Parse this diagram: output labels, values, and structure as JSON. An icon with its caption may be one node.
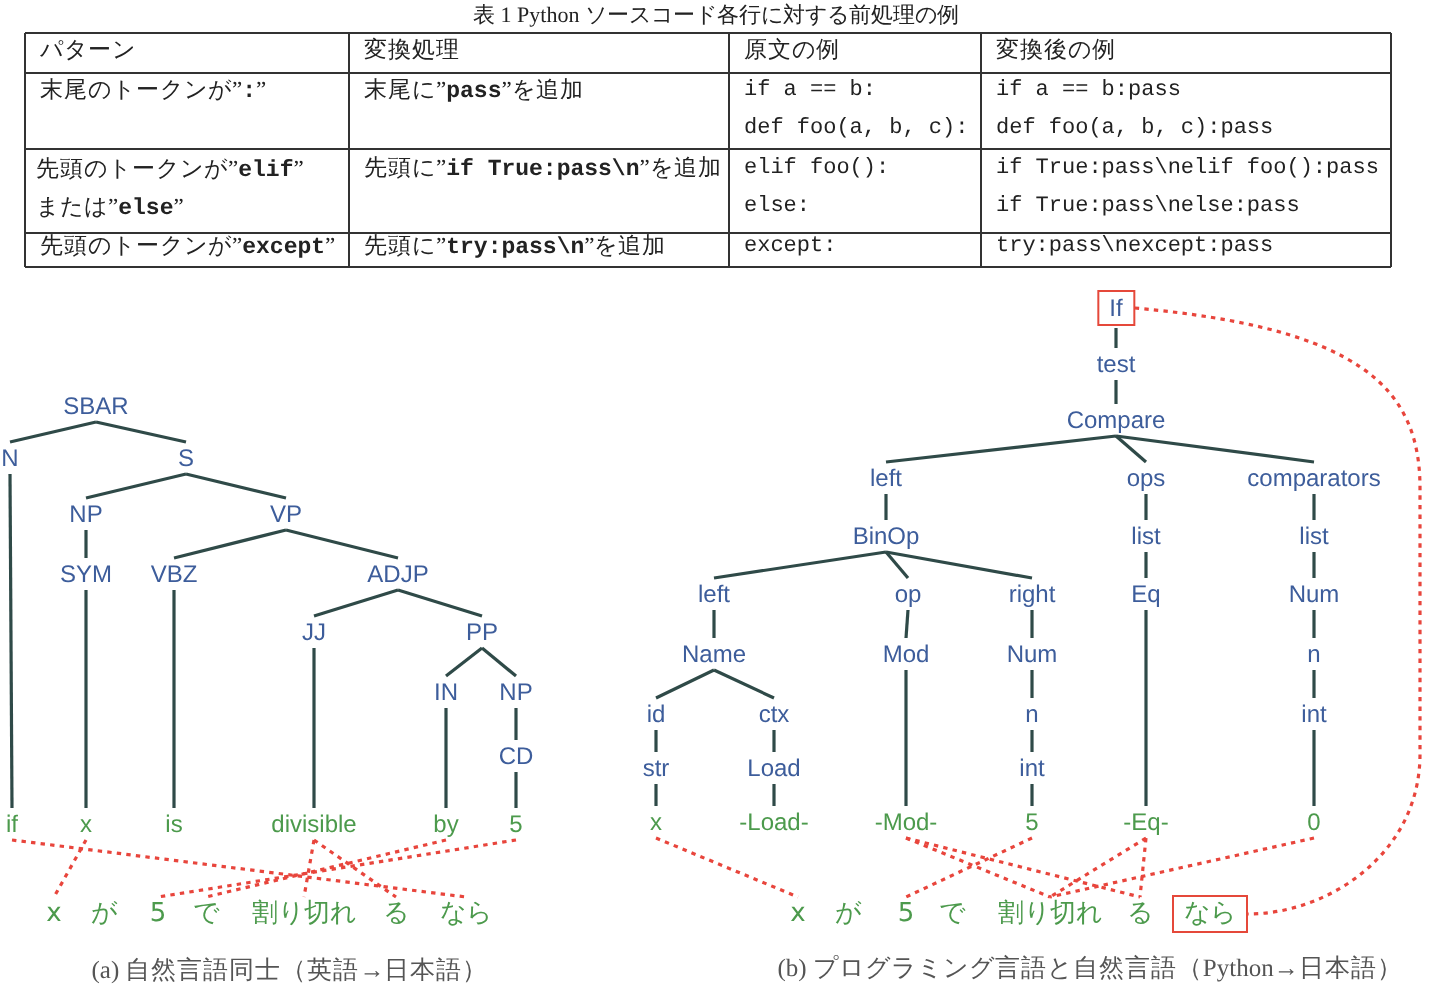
{
  "diagram": {
    "title": "表 1 Python ソースコード各行に対する前処理の例",
    "nodes": [
      {
        "text": [
          "SBAR"
        ]
      },
      {
        "text": [
          "N"
        ]
      },
      {
        "text": [
          "S"
        ]
      },
      {
        "text": [
          "NP"
        ]
      },
      {
        "text": [
          "VP"
        ]
      },
      {
        "text": [
          "SYM"
        ]
      },
      {
        "text": [
          "VBZ"
        ]
      },
      {
        "text": [
          "ADJP"
        ]
      },
      {
        "text": [
          "JJ"
        ]
      },
      {
        "text": [
          "PP"
        ]
      },
      {
        "text": [
          "IN"
        ]
      },
      {
        "text": [
          "NP"
        ]
      },
      {
        "text": [
          "CD"
        ]
      },
      {
        "text": [
          "if"
        ]
      },
      {
        "text": [
          "x"
        ]
      },
      {
        "text": [
          "is"
        ]
      },
      {
        "text": [
          "divisible"
        ]
      },
      {
        "text": [
          "by"
        ]
      },
      {
        "text": [
          "5"
        ]
      },
      {
        "text": [
          "x"
        ]
      },
      {
        "text": [
          "が"
        ]
      },
      {
        "text": [
          "5"
        ]
      },
      {
        "text": [
          "で"
        ]
      },
      {
        "text": [
          "割り切れ"
        ]
      },
      {
        "text": [
          "る"
        ]
      },
      {
        "text": [
          "なら"
        ]
      },
      {
        "text": [
          "If"
        ]
      },
      {
        "text": [
          "test"
        ]
      },
      {
        "text": [
          "Compare"
        ]
      },
      {
        "text": [
          "left"
        ]
      },
      {
        "text": [
          "ops"
        ]
      },
      {
        "text": [
          "comparators"
        ]
      },
      {
        "text": [
          "BinOp"
        ]
      },
      {
        "text": [
          "list"
        ]
      },
      {
        "text": [
          "list"
        ]
      },
      {
        "text": [
          "left"
        ]
      },
      {
        "text": [
          "op"
        ]
      },
      {
        "text": [
          "right"
        ]
      },
      {
        "text": [
          "Eq"
        ]
      },
      {
        "text": [
          "Num"
        ]
      },
      {
        "text": [
          "Name"
        ]
      },
      {
        "text": [
          "Mod"
        ]
      },
      {
        "text": [
          "Num"
        ]
      },
      {
        "text": [
          "n"
        ]
      },
      {
        "text": [
          "id"
        ]
      },
      {
        "text": [
          "ctx"
        ]
      },
      {
        "text": [
          "n"
        ]
      },
      {
        "text": [
          "int"
        ]
      },
      {
        "text": [
          "str"
        ]
      },
      {
        "text": [
          "Load"
        ]
      },
      {
        "text": [
          "int"
        ]
      },
      {
        "text": [
          "x"
        ]
      },
      {
        "text": [
          "-Load-"
        ]
      },
      {
        "text": [
          "-Mod-"
        ]
      },
      {
        "text": [
          "5"
        ]
      },
      {
        "text": [
          "-Eq-"
        ]
      },
      {
        "text": [
          "0"
        ]
      },
      {
        "text": [
          "x"
        ]
      },
      {
        "text": [
          "が"
        ]
      },
      {
        "text": [
          "5"
        ]
      },
      {
        "text": [
          "で"
        ]
      },
      {
        "text": [
          "割り切れ"
        ]
      },
      {
        "text": [
          "る"
        ]
      },
      {
        "text": [
          "なら"
        ]
      }
    ],
    "edges": [
      {
        "from": 0,
        "to": 1,
        "arrow": "none"
      },
      {
        "from": 0,
        "to": 2,
        "arrow": "none"
      },
      {
        "from": 2,
        "to": 3,
        "arrow": "none"
      },
      {
        "from": 2,
        "to": 4,
        "arrow": "none"
      },
      {
        "from": 3,
        "to": 5,
        "arrow": "none"
      },
      {
        "from": 4,
        "to": 6,
        "arrow": "none"
      },
      {
        "from": 4,
        "to": 7,
        "arrow": "none"
      },
      {
        "from": 7,
        "to": 8,
        "arrow": "none"
      },
      {
        "from": 7,
        "to": 9,
        "arrow": "none"
      },
      {
        "from": 9,
        "to": 10,
        "arrow": "none"
      },
      {
        "from": 9,
        "to": 11,
        "arrow": "none"
      },
      {
        "from": 11,
        "to": 12,
        "arrow": "none"
      },
      {
        "from": 1,
        "to": 13,
        "arrow": "none"
      },
      {
        "from": 5,
        "to": 14,
        "arrow": "none"
      },
      {
        "from": 6,
        "to": 15,
        "arrow": "none"
      },
      {
        "from": 8,
        "to": 16,
        "arrow": "none"
      },
      {
        "from": 10,
        "to": 17,
        "arrow": "none"
      },
      {
        "from": 12,
        "to": 18,
        "arrow": "none"
      },
      {
        "from": 13,
        "to": 25,
        "arrow": "none",
        "style": "dashed",
        "color": "#e8453c"
      },
      {
        "from": 14,
        "to": 19,
        "arrow": "none",
        "style": "dashed",
        "color": "#e8453c"
      },
      {
        "from": 16,
        "to": 23,
        "arrow": "none",
        "style": "dashed",
        "color": "#e8453c"
      },
      {
        "from": 16,
        "to": 24,
        "arrow": "none",
        "style": "dashed",
        "color": "#e8453c"
      },
      {
        "from": 17,
        "to": 22,
        "arrow": "none",
        "style": "dashed",
        "color": "#e8453c"
      },
      {
        "from": 18,
        "to": 21,
        "arrow": "none",
        "style": "dashed",
        "color": "#e8453c"
      },
      {
        "from": 26,
        "to": 27,
        "arrow": "none"
      },
      {
        "from": 27,
        "to": 28,
        "arrow": "none"
      },
      {
        "from": 28,
        "to": 29,
        "arrow": "none"
      },
      {
        "from": 28,
        "to": 30,
        "arrow": "none"
      },
      {
        "from": 28,
        "to": 31,
        "arrow": "none"
      },
      {
        "from": 29,
        "to": 32,
        "arrow": "none"
      },
      {
        "from": 30,
        "to": 33,
        "arrow": "none"
      },
      {
        "from": 31,
        "to": 34,
        "arrow": "none"
      },
      {
        "from": 32,
        "to": 35,
        "arrow": "none"
      },
      {
        "from": 32,
        "to": 36,
        "arrow": "none"
      },
      {
        "from": 32,
        "to": 37,
        "arrow": "none"
      },
      {
        "from": 33,
        "to": 38,
        "arrow": "none"
      },
      {
        "from": 34,
        "to": 39,
        "arrow": "none"
      },
      {
        "from": 35,
        "to": 40,
        "arrow": "none"
      },
      {
        "from": 36,
        "to": 41,
        "arrow": "none"
      },
      {
        "from": 37,
        "to": 42,
        "arrow": "none"
      },
      {
        "from": 39,
        "to": 43,
        "arrow": "none"
      },
      {
        "from": 40,
        "to": 44,
        "arrow": "none"
      },
      {
        "from": 40,
        "to": 45,
        "arrow": "none"
      },
      {
        "from": 42,
        "to": 46,
        "arrow": "none"
      },
      {
        "from": 43,
        "to": 47,
        "arrow": "none"
      },
      {
        "from": 44,
        "to": 48,
        "arrow": "none"
      },
      {
        "from": 45,
        "to": 49,
        "arrow": "none"
      },
      {
        "from": 46,
        "to": 50,
        "arrow": "none"
      },
      {
        "from": 48,
        "to": 51,
        "arrow": "none"
      },
      {
        "from": 49,
        "to": 52,
        "arrow": "none"
      },
      {
        "from": 41,
        "to": 53,
        "arrow": "none"
      },
      {
        "from": 50,
        "to": 54,
        "arrow": "none"
      },
      {
        "from": 38,
        "to": 55,
        "arrow": "none"
      },
      {
        "from": 47,
        "to": 56,
        "arrow": "none"
      },
      {
        "from": 51,
        "to": 57,
        "arrow": "none",
        "style": "dashed",
        "color": "#e8453c"
      },
      {
        "from": 54,
        "to": 59,
        "arrow": "none",
        "style": "dashed",
        "color": "#e8453c"
      },
      {
        "from": 53,
        "to": 61,
        "arrow": "none",
        "style": "dashed",
        "color": "#e8453c"
      },
      {
        "from": 53,
        "to": 62,
        "arrow": "none",
        "style": "dashed",
        "color": "#e8453c"
      },
      {
        "from": 55,
        "to": 61,
        "arrow": "none",
        "style": "dashed",
        "color": "#e8453c"
      },
      {
        "from": 55,
        "to": 62,
        "arrow": "none",
        "style": "dashed",
        "color": "#e8453c"
      },
      {
        "from": 56,
        "to": 61,
        "arrow": "none",
        "style": "dashed",
        "color": "#e8453c"
      },
      {
        "from": 26,
        "to": 63,
        "arrow": "none",
        "style": "dashed",
        "color": "#e8453c"
      }
    ],
    "labels": [
      "パターン",
      "変換処理",
      "原文の例",
      "変換後の例",
      "末尾のトークンが”**:**”",
      "末尾に”**pass**”を追加",
      "if a == b:",
      "def foo(a, b, c):",
      "if a == b:pass",
      "def foo(a, b, c):pass",
      "先頭のトークンが”**elif**”または”**else**”",
      "先頭に”**if True:pass\\n**”を追加",
      "elif foo():",
      "else:",
      "if True:pass\\nelif foo():pass",
      "if True:pass\\nelse:pass",
      "先頭のトークンが”**except**”",
      "先頭に”**try:pass\\n**”を追加",
      "except:",
      "try:pass\\nexcept:pass",
      "(a) 自然言語同士（英語→日本語）",
      "(b) プログラミング言語と自然言語（Python→日本語）"
    ]
  }
}
